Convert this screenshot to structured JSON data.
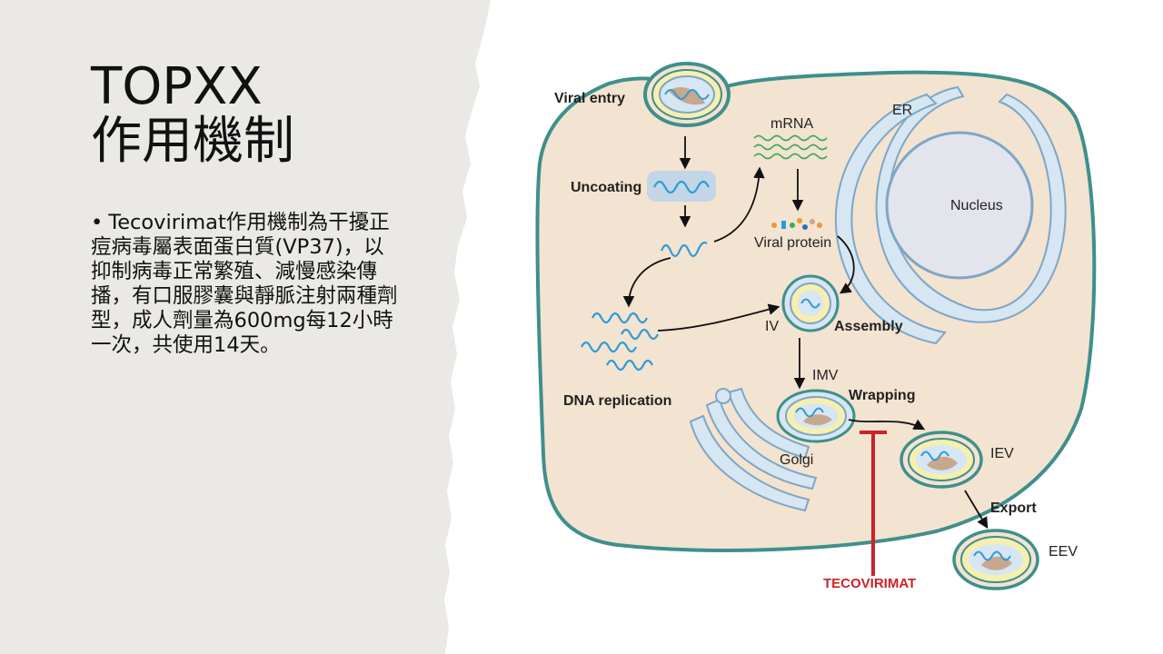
{
  "slide": {
    "title_line1": "TOPXX",
    "title_line2": "作用機制",
    "bullet_text": "Tecovirimat作用機制為干擾正痘病毒屬表面蛋白質(VP37)，以抑制病毒正常繁殖、減慢感染傳播，有口服膠囊與靜脈注射兩種劑型，成人劑量為600mg每12小時一次，共使用14天。"
  },
  "diagram": {
    "labels": {
      "viral_entry": "Viral entry",
      "uncoating": "Uncoating",
      "mrna": "mRNA",
      "viral_protein": "Viral protein",
      "er": "ER",
      "nucleus": "Nucleus",
      "iv": "IV",
      "assembly": "Assembly",
      "dna_replication": "DNA replication",
      "imv": "IMV",
      "wrapping": "Wrapping",
      "golgi": "Golgi",
      "iev": "IEV",
      "export": "Export",
      "eev": "EEV",
      "tecovirimat": "TECOVIRIMAT"
    },
    "colors": {
      "cell_fill": "#f3e3d1",
      "cell_stroke": "#3f8f8c",
      "er_fill": "#d6e6f2",
      "er_stroke": "#7fa6c4",
      "nucleus_fill": "#e3e4ec",
      "dna": "#2f9bd6",
      "mrna": "#3daa5a",
      "virion_yellow": "#f6efb0",
      "virion_core": "#c9a78f",
      "inhibitor": "#cc2229",
      "left_panel_bg": "#ebe9e6"
    }
  }
}
